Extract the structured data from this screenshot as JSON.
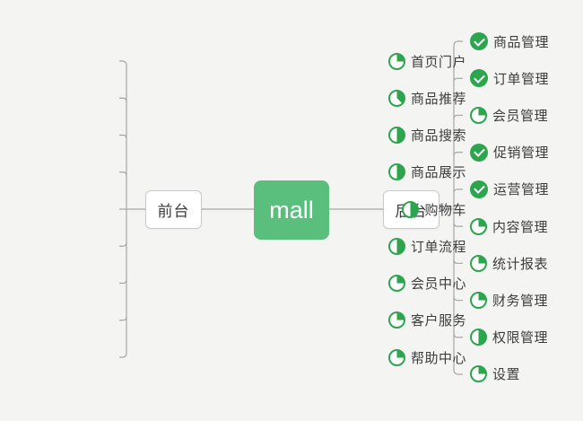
{
  "canvas": {
    "background": "#f4f4f3",
    "line_color": "#a6a6a6"
  },
  "colors": {
    "accent_green": "#2da44e",
    "root_background": "#5abe7d",
    "box_border": "#c9c9c9",
    "text": "#3d3d3d"
  },
  "root": {
    "label": "mall"
  },
  "branches": [
    {
      "id": "frontend",
      "label": "前台",
      "side": "left",
      "items": [
        {
          "label": "首页门户",
          "icon": {
            "name": "progress-pie-icon",
            "type": "progress",
            "percent": 25
          }
        },
        {
          "label": "商品推荐",
          "icon": {
            "name": "progress-pie-icon",
            "type": "progress",
            "percent": 37.5
          }
        },
        {
          "label": "商品搜索",
          "icon": {
            "name": "progress-pie-icon",
            "type": "progress",
            "percent": 50
          }
        },
        {
          "label": "商品展示",
          "icon": {
            "name": "progress-pie-icon",
            "type": "progress",
            "percent": 50
          }
        },
        {
          "label": "购物车",
          "icon": {
            "name": "progress-pie-icon",
            "type": "progress",
            "percent": 50
          }
        },
        {
          "label": "订单流程",
          "icon": {
            "name": "progress-pie-icon",
            "type": "progress",
            "percent": 50
          }
        },
        {
          "label": "会员中心",
          "icon": {
            "name": "progress-pie-icon",
            "type": "progress",
            "percent": 25
          }
        },
        {
          "label": "客户服务",
          "icon": {
            "name": "progress-pie-icon",
            "type": "progress",
            "percent": 25
          }
        },
        {
          "label": "帮助中心",
          "icon": {
            "name": "progress-pie-icon",
            "type": "progress",
            "percent": 25
          }
        }
      ]
    },
    {
      "id": "backend",
      "label": "后台",
      "side": "right",
      "items": [
        {
          "label": "商品管理",
          "icon": {
            "name": "done-check-icon",
            "type": "done"
          }
        },
        {
          "label": "订单管理",
          "icon": {
            "name": "done-check-icon",
            "type": "done"
          }
        },
        {
          "label": "会员管理",
          "icon": {
            "name": "progress-pie-icon",
            "type": "progress",
            "percent": 25
          }
        },
        {
          "label": "促销管理",
          "icon": {
            "name": "done-check-icon",
            "type": "done"
          }
        },
        {
          "label": "运营管理",
          "icon": {
            "name": "done-check-icon",
            "type": "done"
          }
        },
        {
          "label": "内容管理",
          "icon": {
            "name": "progress-pie-icon",
            "type": "progress",
            "percent": 25
          }
        },
        {
          "label": "统计报表",
          "icon": {
            "name": "progress-pie-icon",
            "type": "progress",
            "percent": 25
          }
        },
        {
          "label": "财务管理",
          "icon": {
            "name": "progress-pie-icon",
            "type": "progress",
            "percent": 25
          }
        },
        {
          "label": "权限管理",
          "icon": {
            "name": "progress-pie-icon",
            "type": "progress",
            "percent": 50
          }
        },
        {
          "label": "设置",
          "icon": {
            "name": "progress-pie-icon",
            "type": "progress",
            "percent": 25
          }
        }
      ]
    }
  ]
}
